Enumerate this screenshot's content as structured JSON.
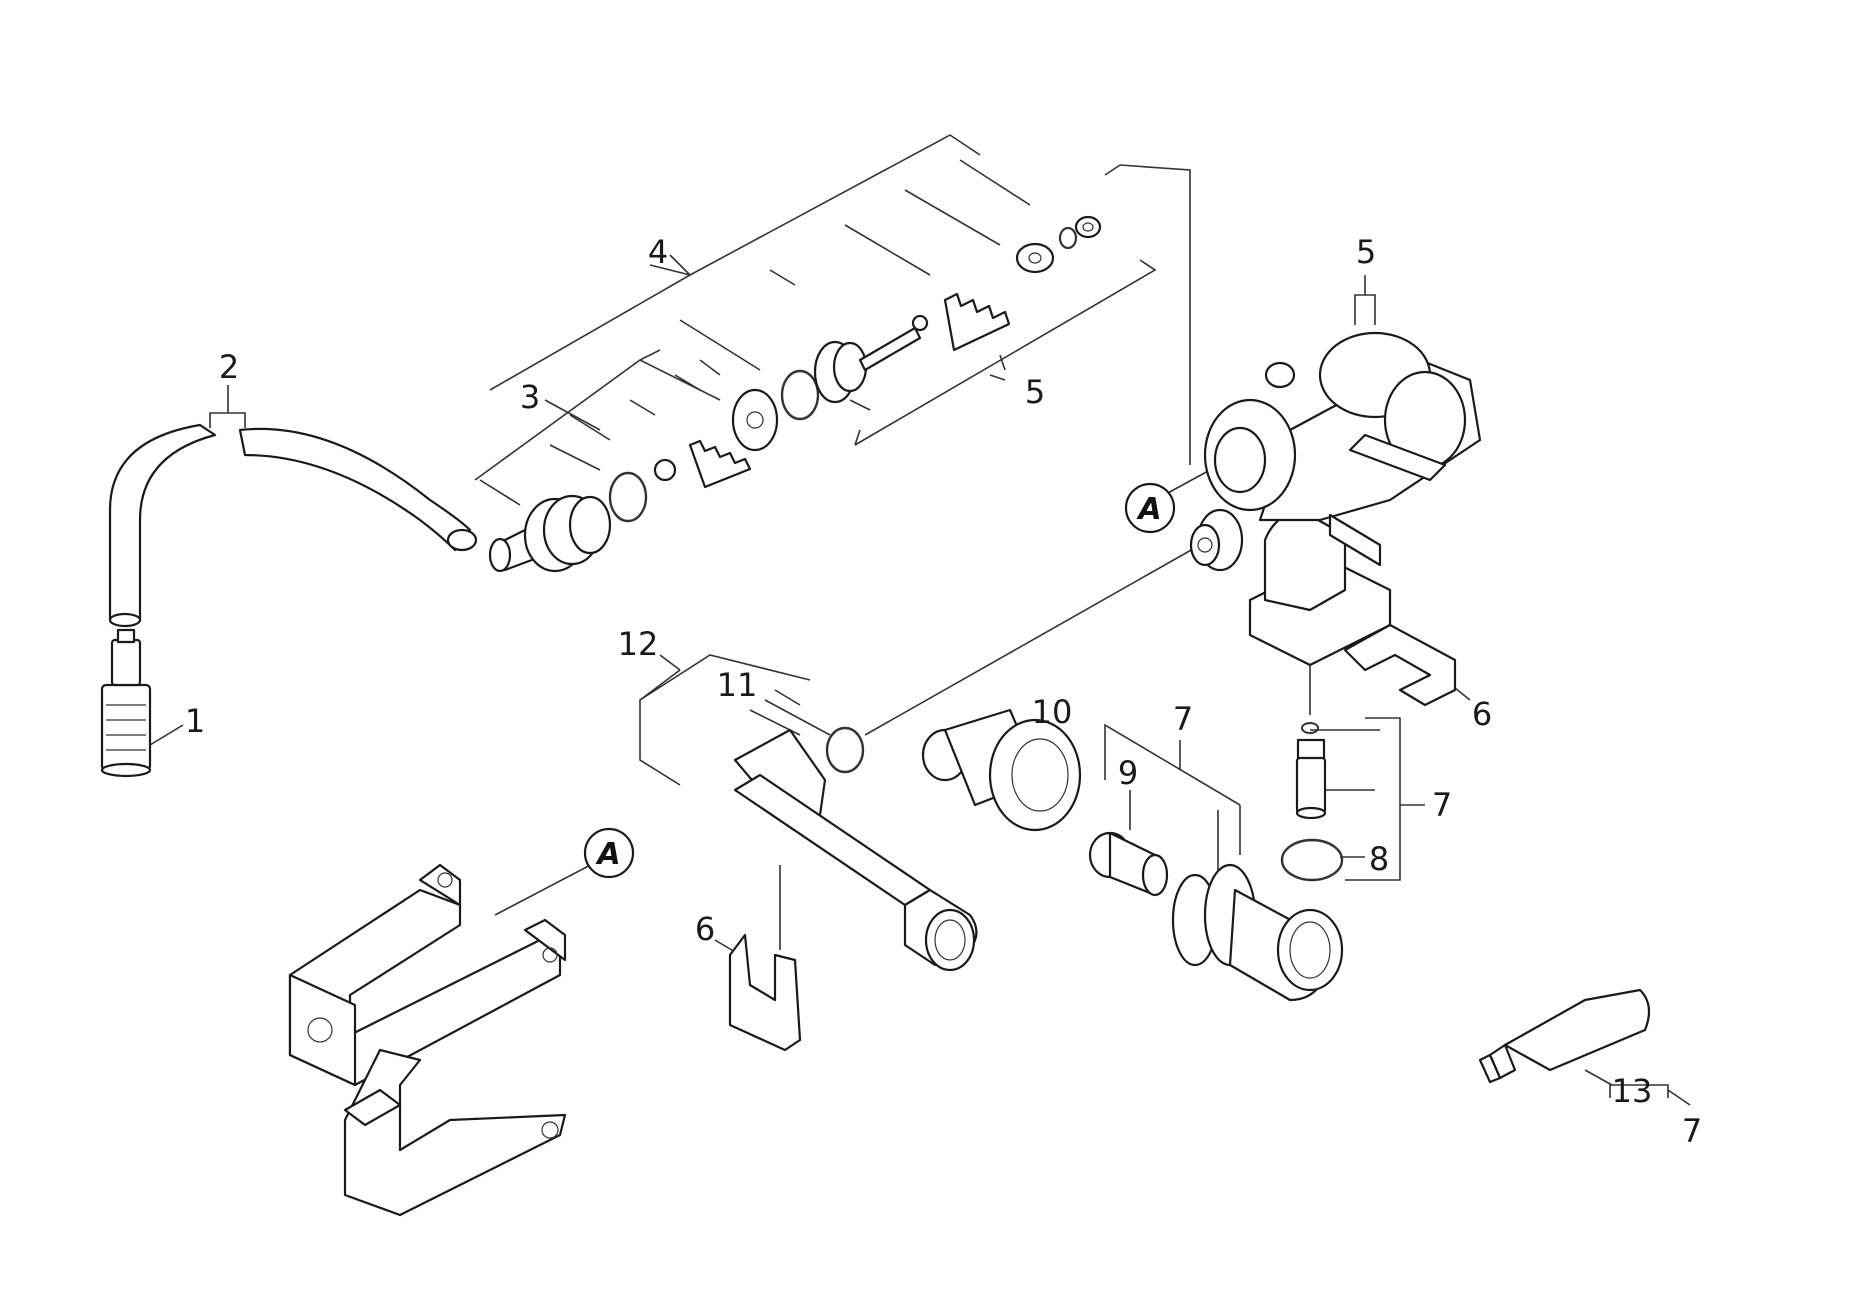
{
  "labels": {
    "l1": "1",
    "l2": "2",
    "l3": "3",
    "l4": "4",
    "l5a": "5",
    "l5b": "5",
    "l6a": "6",
    "l6b": "6",
    "l7a": "7",
    "l7b": "7",
    "l7c": "7",
    "l8": "8",
    "l9": "9",
    "l10": "10",
    "l11": "11",
    "l12": "12",
    "l13": "13"
  },
  "markers": {
    "a1": "A",
    "a2": "A"
  }
}
